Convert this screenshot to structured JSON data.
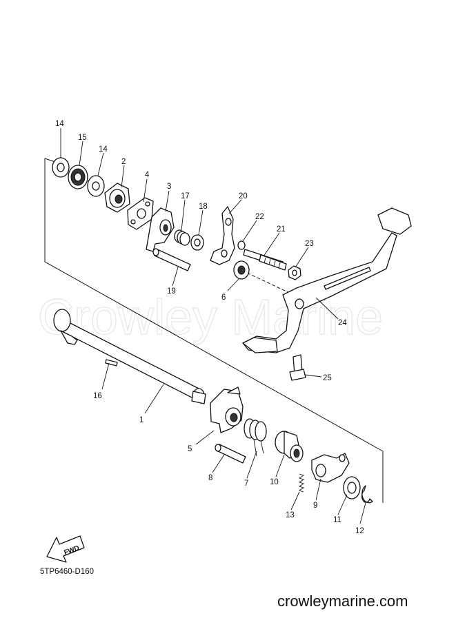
{
  "watermark": "Crowley Marine",
  "diagram_code": "5TP6460-D160",
  "website": "crowleymarine.com",
  "fwd_label": "FWD",
  "parts": {
    "p1": "1",
    "p2": "2",
    "p3": "3",
    "p4": "4",
    "p5": "5",
    "p6": "6",
    "p7": "7",
    "p8": "8",
    "p9": "9",
    "p10": "10",
    "p11": "11",
    "p12": "12",
    "p13": "13",
    "p14a": "14",
    "p14b": "14",
    "p15": "15",
    "p16": "16",
    "p17": "17",
    "p18": "18",
    "p19": "19",
    "p20": "20",
    "p21": "21",
    "p22": "22",
    "p23": "23",
    "p24": "24",
    "p25": "25"
  }
}
